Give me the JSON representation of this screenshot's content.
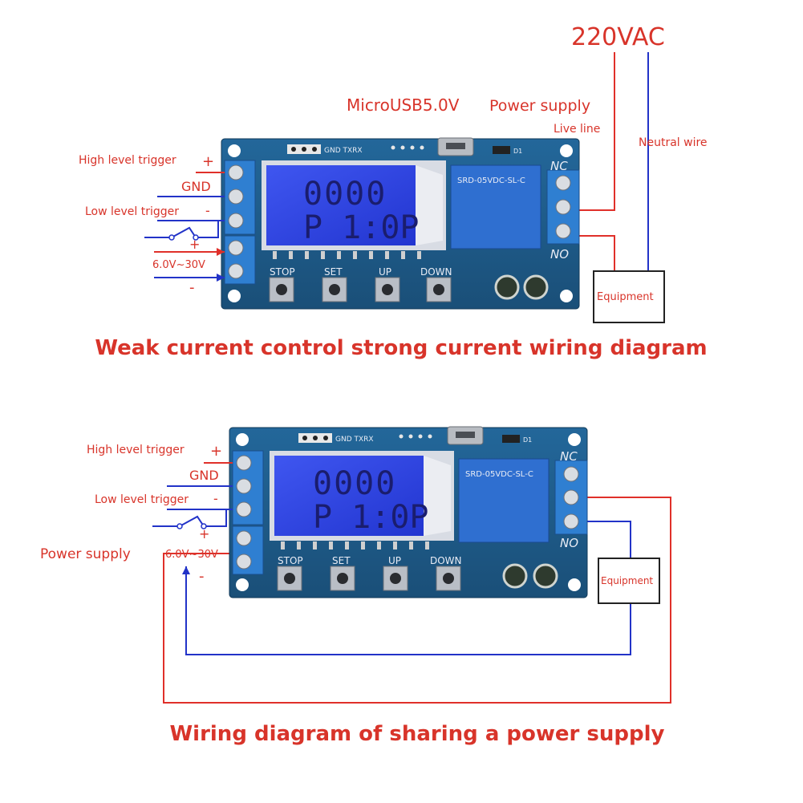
{
  "top_diagram": {
    "voltage_label": "220VAC",
    "usb_label": "MicroUSB5.0V",
    "power_supply_label": "Power supply",
    "live_line_label": "Live line",
    "neutral_wire_label": "Neutral wire",
    "high_trigger_label": "High level trigger",
    "gnd_label": "GND",
    "low_trigger_label": "Low level trigger",
    "voltage_range_label": "6.0V~30V",
    "plus_sign": "+",
    "minus_sign": "-",
    "equipment_label": "Equipment",
    "title": "Weak current control strong current wiring diagram"
  },
  "bottom_diagram": {
    "high_trigger_label": "High level trigger",
    "gnd_label": "GND",
    "low_trigger_label": "Low level trigger",
    "power_supply_label": "Power supply",
    "voltage_range_label": "6.0V~30V",
    "plus_sign": "+",
    "minus_sign": "-",
    "equipment_label": "Equipment",
    "title": "Wiring diagram of sharing a power supply"
  },
  "board": {
    "header_label": "GND TXRX",
    "d1_label": "D1",
    "nc_label": "NC",
    "no_label": "NO",
    "lcd_line1": "0000",
    "lcd_line2": "P 1:0P",
    "buttons": [
      "STOP",
      "SET",
      "UP",
      "DOWN"
    ],
    "relay_label": "SRD-05VDC-SL-C"
  },
  "colors": {
    "red_wire": "#e0302a",
    "blue_wire": "#2233c8",
    "pcb": "#1f5b86",
    "terminal": "#2f7fd1",
    "lcd": "#2b3fe0"
  }
}
